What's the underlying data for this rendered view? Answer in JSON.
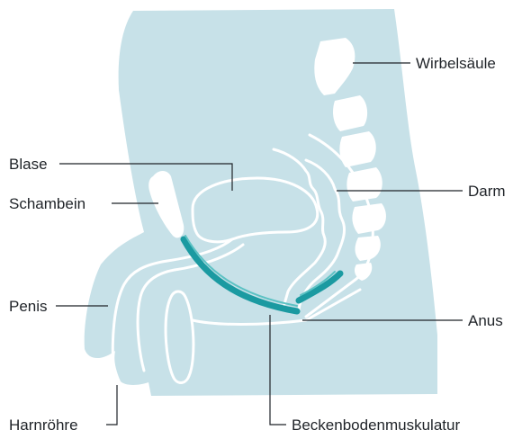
{
  "labels": {
    "spine": "Wirbelsäule",
    "bladder": "Blase",
    "pubic_bone": "Schambein",
    "intestine": "Darm",
    "penis": "Penis",
    "anus": "Anus",
    "urethra": "Harnröhre",
    "pelvic_floor": "Beckenbodenmuskulatur"
  },
  "colors": {
    "body_fill": "#c7e1e8",
    "organ_outline": "#ffffff",
    "muscle": "#1b9aa1",
    "muscle_highlight": "#5dc2c4",
    "text": "#1f2328"
  }
}
